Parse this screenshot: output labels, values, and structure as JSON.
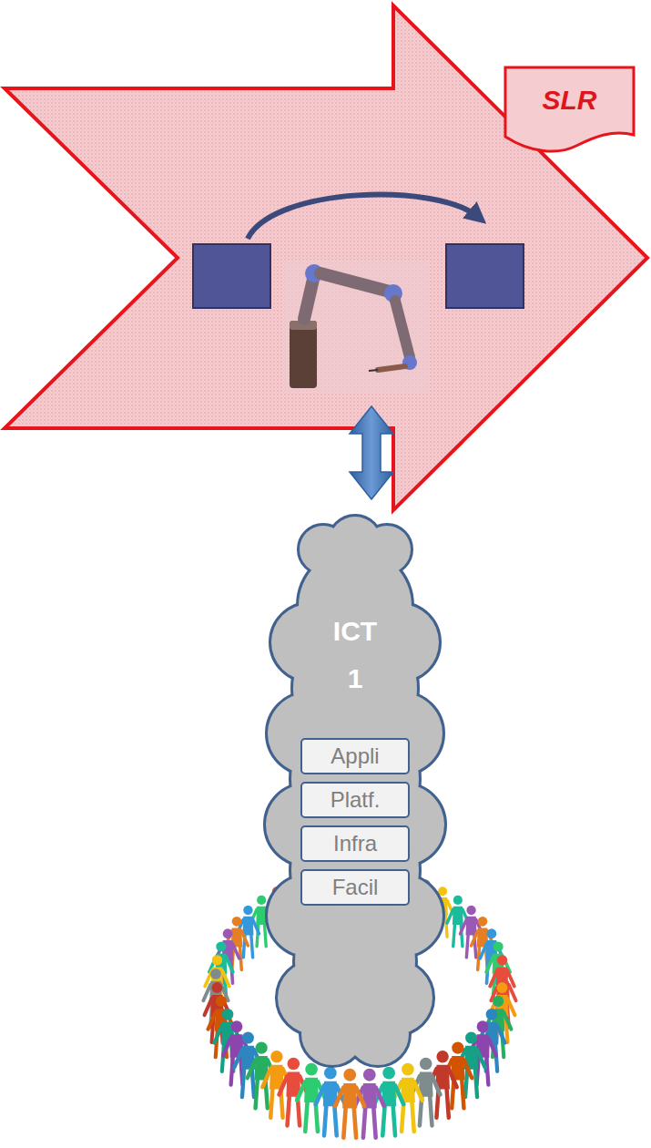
{
  "diagram": {
    "nodes": [
      {
        "text": [
          "SLR"
        ]
      },
      {
        "text": [
          "ICT 1"
        ]
      },
      {
        "text": [
          "Appli"
        ],
        "in": 1
      },
      {
        "text": [
          "Platf."
        ],
        "in": 1
      },
      {
        "text": [
          "Infra"
        ],
        "in": 1
      },
      {
        "text": [
          "Facil"
        ],
        "in": 1
      }
    ]
  }
}
